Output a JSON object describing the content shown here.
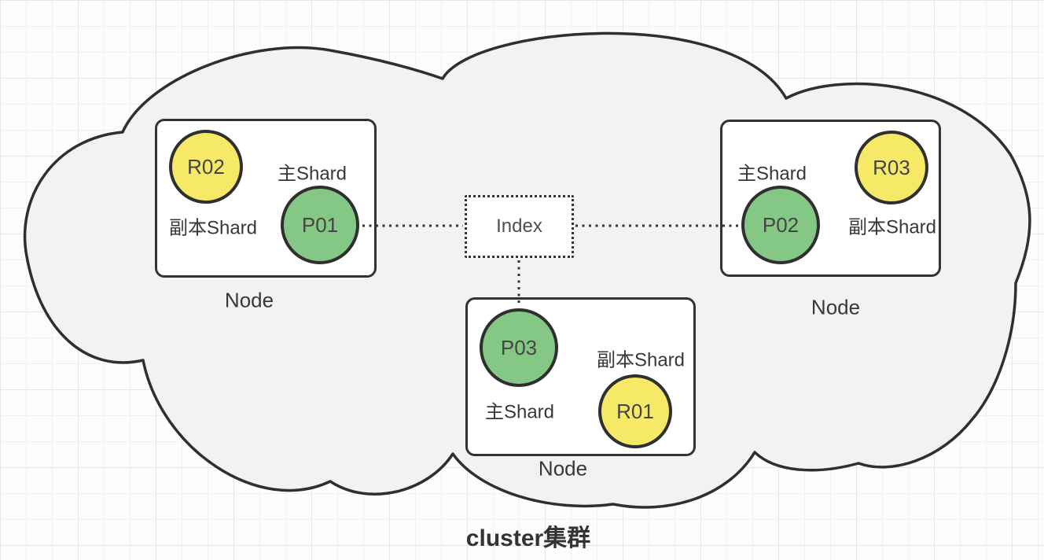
{
  "diagram": {
    "title": "cluster集群",
    "index_label": "Index",
    "nodes": [
      {
        "label": "Node",
        "primary": {
          "id": "P01",
          "type_label": "主Shard"
        },
        "replica": {
          "id": "R02",
          "type_label": "副本Shard"
        }
      },
      {
        "label": "Node",
        "primary": {
          "id": "P02",
          "type_label": "主Shard"
        },
        "replica": {
          "id": "R03",
          "type_label": "副本Shard"
        }
      },
      {
        "label": "Node",
        "primary": {
          "id": "P03",
          "type_label": "主Shard"
        },
        "replica": {
          "id": "R01",
          "type_label": "副本Shard"
        }
      }
    ],
    "colors": {
      "primary_shard_fill": "#85c885",
      "replica_shard_fill": "#f7e968",
      "outline": "#2f2f2f",
      "cloud_fill": "#f2f2f3",
      "node_box_fill": "#ffffff",
      "index_text": "#4f4f4f",
      "grid_line": "#e7e7eb"
    }
  }
}
